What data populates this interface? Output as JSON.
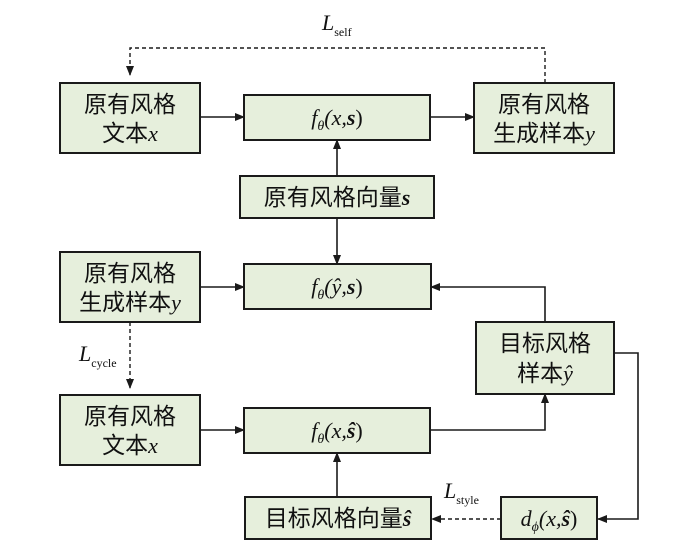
{
  "nodes": {
    "orig_text_1": {
      "line1": "原有风格",
      "line2": "文本",
      "var": "x"
    },
    "f_x_s": {
      "fn": "f",
      "sub": "θ",
      "args": "(x,",
      "bold": "s",
      "close": ")"
    },
    "gen_sample_1": {
      "line1": "原有风格",
      "line2": "生成样本",
      "var": "y"
    },
    "orig_style_vec": {
      "text": "原有风格向量",
      "bold": "s"
    },
    "gen_sample_2": {
      "line1": "原有风格",
      "line2": "生成样本",
      "var": "y"
    },
    "f_yhat_s": {
      "fn": "f",
      "sub": "θ",
      "args": "(ŷ,",
      "bold": "s",
      "close": ")"
    },
    "target_sample": {
      "line1": "目标风格",
      "line2": "样本",
      "var": "ŷ"
    },
    "orig_text_2": {
      "line1": "原有风格",
      "line2": "文本",
      "var": "x"
    },
    "f_x_shat": {
      "fn": "f",
      "sub": "θ",
      "args": "(x,",
      "bold": "ŝ",
      "close": ")"
    },
    "target_style_vec": {
      "text": "目标风格向量",
      "bold": "ŝ"
    },
    "d_x_shat": {
      "fn": "d",
      "sub": "ϕ",
      "args": "(x,",
      "bold": "ŝ",
      "close": ")"
    }
  },
  "losses": {
    "self": {
      "main": "L",
      "sub": "self"
    },
    "cycle": {
      "main": "L",
      "sub": "cycle"
    },
    "style": {
      "main": "L",
      "sub": "style"
    }
  }
}
